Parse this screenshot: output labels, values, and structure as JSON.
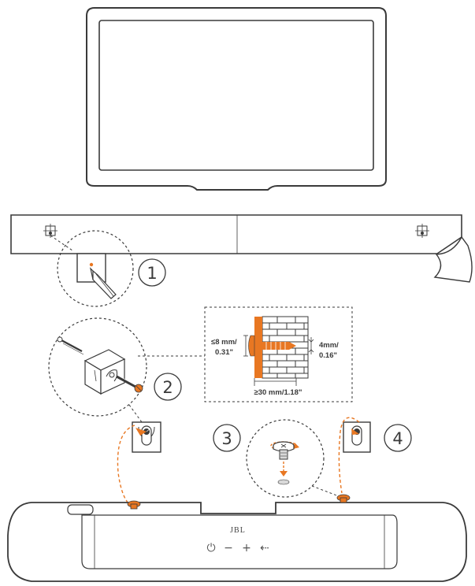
{
  "steps": {
    "s1": "1",
    "s2": "2",
    "s3": "3",
    "s4": "4"
  },
  "dimensions": {
    "screw_head_max_line1": "≤8 mm/",
    "screw_head_max_line2": "0.31\"",
    "screw_shank_line1": "4mm/",
    "screw_shank_line2": "0.16\"",
    "screw_length_min": "≥30 mm/1.18\""
  },
  "soundbar": {
    "brand_logo": "JBL",
    "controls": {
      "power": "⏻",
      "volume_down": "−",
      "volume_up": "+",
      "source": "⇠"
    }
  },
  "colors": {
    "line": "#3a3a3a",
    "accent_orange": "#e87722",
    "brick_fill": "#ffffff",
    "gray_fill": "#d9d9d9"
  }
}
